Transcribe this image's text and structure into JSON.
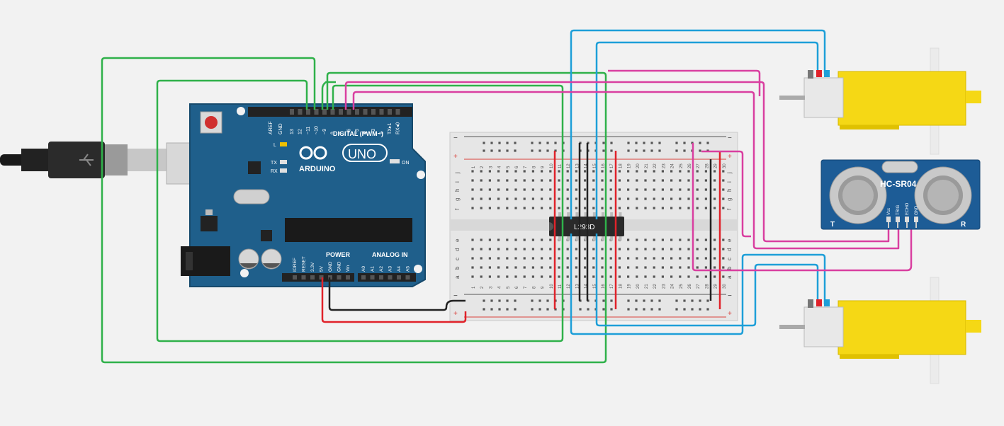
{
  "arduino": {
    "logo": "UNO",
    "brand": "ARDUINO",
    "digital_label": "DIGITAL (PWM~)",
    "power_label": "POWER",
    "analog_label": "ANALOG IN",
    "on_label": "ON",
    "l_label": "L",
    "tx_label": "TX",
    "rx_label": "RX",
    "aref": "AREF",
    "gnd_top": "GND",
    "digital_pins": [
      "13",
      "12",
      "~11",
      "~10",
      "~9",
      "8",
      "7",
      "~6",
      "~5",
      "4",
      "~3",
      "2",
      "TX▸1",
      "RX◂0"
    ],
    "power_pins": [
      "IOREF",
      "RESET",
      "3.3V",
      "5V",
      "GND",
      "GND",
      "Vin"
    ],
    "analog_pins": [
      "A0",
      "A1",
      "A2",
      "A3",
      "A4",
      "A5"
    ]
  },
  "chip": {
    "label": "L293D"
  },
  "sensor": {
    "label": "HC-SR04",
    "pins": [
      "Vcc",
      "TRIG",
      "ECHO",
      "GND"
    ],
    "left_mark": "T",
    "right_mark": "R"
  },
  "breadboard": {
    "rows_top": [
      "j",
      "i",
      "h",
      "g",
      "f"
    ],
    "rows_bottom": [
      "e",
      "d",
      "c",
      "b",
      "a"
    ],
    "col_numbers": [
      "1",
      "2",
      "3",
      "4",
      "5",
      "6",
      "7",
      "8",
      "9",
      "10",
      "11",
      "12",
      "13",
      "14",
      "15",
      "16",
      "17",
      "18",
      "19",
      "20",
      "21",
      "22",
      "23",
      "24",
      "25",
      "26",
      "27",
      "28",
      "29",
      "30"
    ],
    "plus": "+",
    "minus": "−"
  },
  "colors": {
    "background": "#f2f2f2",
    "board": "#1f5f8b",
    "wire_green": "#2fb14a",
    "wire_blue": "#1e9fd8",
    "wire_magenta": "#d93fa0",
    "wire_red": "#e0222a",
    "wire_black": "#222222",
    "motor_yellow": "#f5d815"
  }
}
